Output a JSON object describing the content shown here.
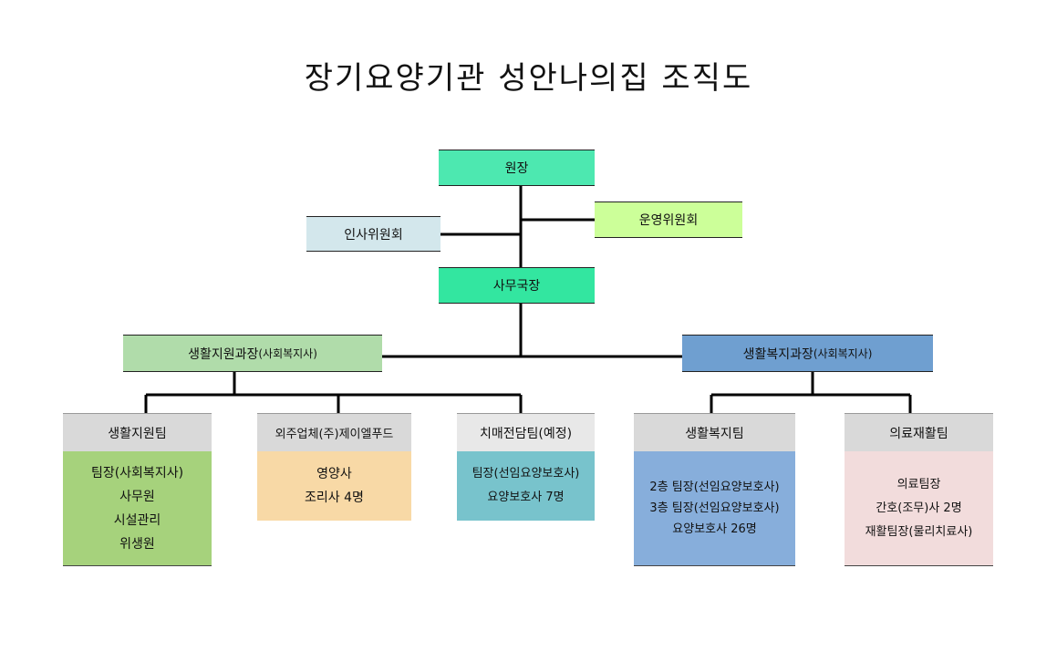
{
  "title": "장기요양기관 성안나의집 조직도",
  "director": "원장",
  "hr_committee": "인사위원회",
  "operations_committee": "운영위원회",
  "secretary_general": "사무국장",
  "life_support_dept": {
    "name": "생활지원과장",
    "sub": "(사회복지사)"
  },
  "life_welfare_dept": {
    "name": "생활복지과장",
    "sub": "(사회복지사)"
  },
  "teams": {
    "life_support": {
      "name": "생활지원팀",
      "members": [
        "팀장(사회복지사)",
        "사무원",
        "시설관리",
        "위생원"
      ]
    },
    "outsourcing": {
      "name": "외주업체(주)제이엘푸드",
      "members": [
        "영양사",
        "조리사 4명"
      ]
    },
    "dementia": {
      "name": "치매전담팀(예정)",
      "members": [
        "팀장(선임요양보호사)",
        "요양보호사 7명"
      ]
    },
    "life_welfare": {
      "name": "생활복지팀",
      "members": [
        "2층 팀장(선임요양보호사)",
        "3층 팀장(선임요양보호사)",
        "요양보호사 26명"
      ]
    },
    "medical_rehab": {
      "name": "의료재활팀",
      "members": [
        "의료팀장",
        "간호(조무)사 2명",
        "재활팀장(물리치료사)"
      ]
    }
  },
  "colors": {
    "director": "#4de8b0",
    "secretary": "#33e6a0",
    "hr_committee": "#d3e7ec",
    "operations_committee": "#ccff99",
    "life_support_dept": "#b0dcaa",
    "life_welfare_dept": "#6f9fd0",
    "team_header": "#d9d9d9",
    "life_support_body": "#a6d27c",
    "outsourcing_body": "#f8d9a6",
    "dementia_body": "#78c3cc",
    "life_welfare_body": "#87aedb",
    "medical_rehab_body": "#f2dcdc"
  }
}
